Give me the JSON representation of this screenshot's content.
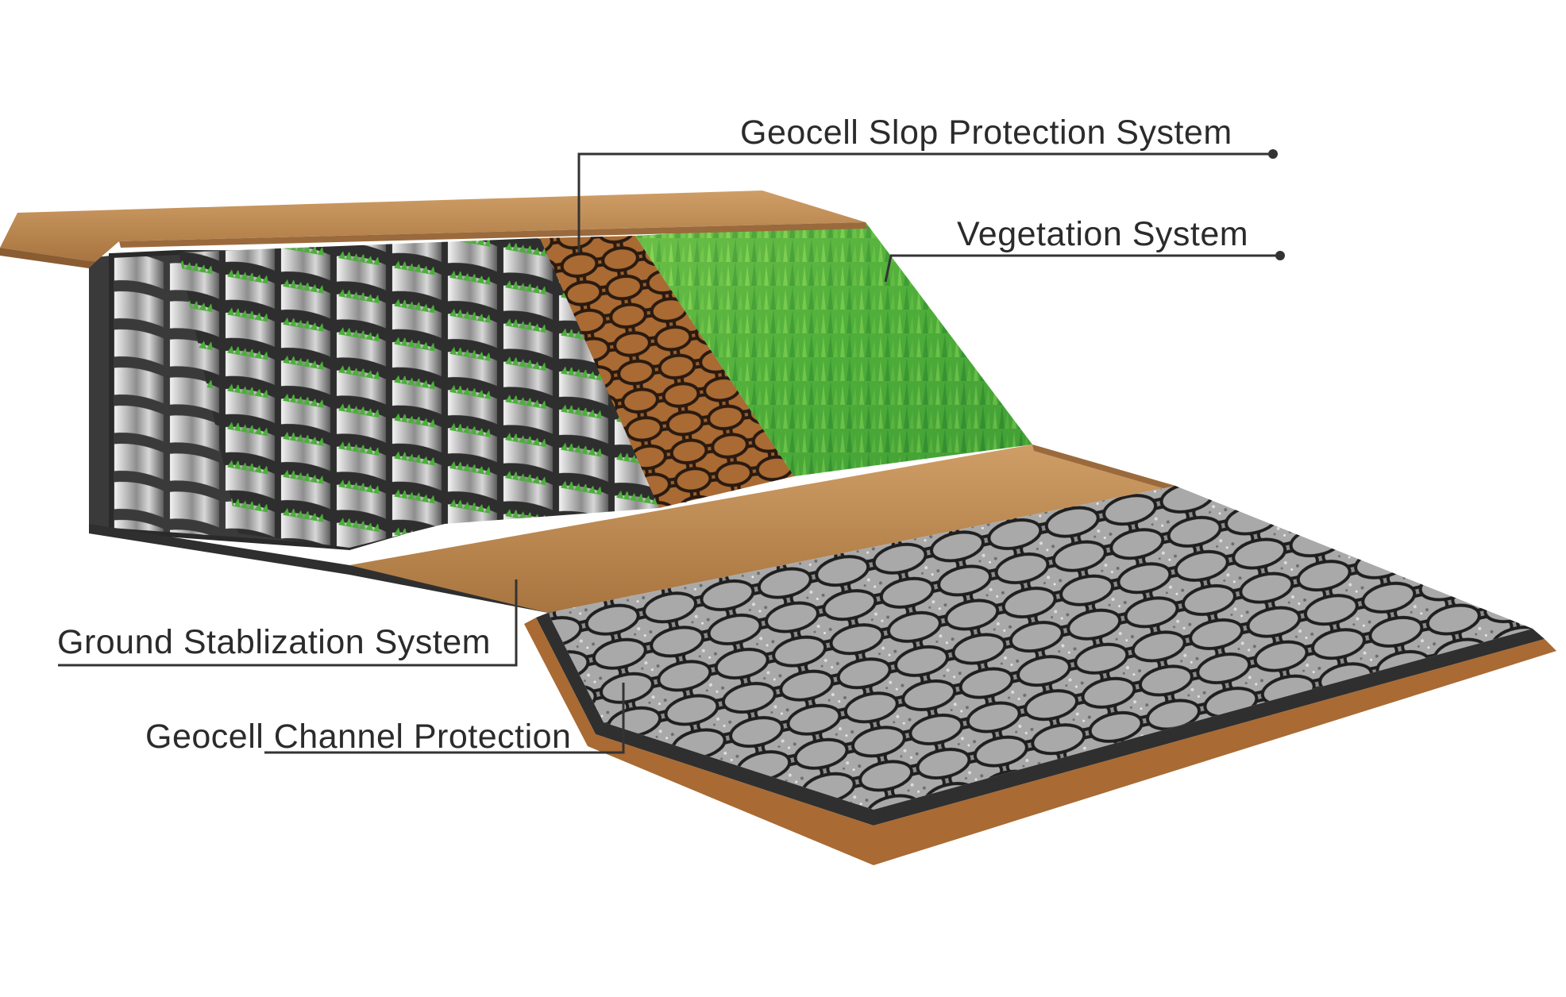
{
  "labels": {
    "geocell_slope": "Geocell Slop Protection System",
    "vegetation": "Vegetation System",
    "ground_stabilization": "Ground Stablization System",
    "channel_protection": "Geocell Channel Protection"
  },
  "colors": {
    "soil_top": "#c18e58",
    "soil_side": "#9a6a3d",
    "soil_dark": "#8a5c32",
    "liner_dark": "#2f2f2f",
    "cell_wall": "#1f1f1f",
    "grass_light": "#79c94a",
    "grass_dark": "#2f8a2f",
    "gravel_fill": "#9c9c9c",
    "steel_fill": "#b8b8b8",
    "leader_line": "#333333"
  }
}
